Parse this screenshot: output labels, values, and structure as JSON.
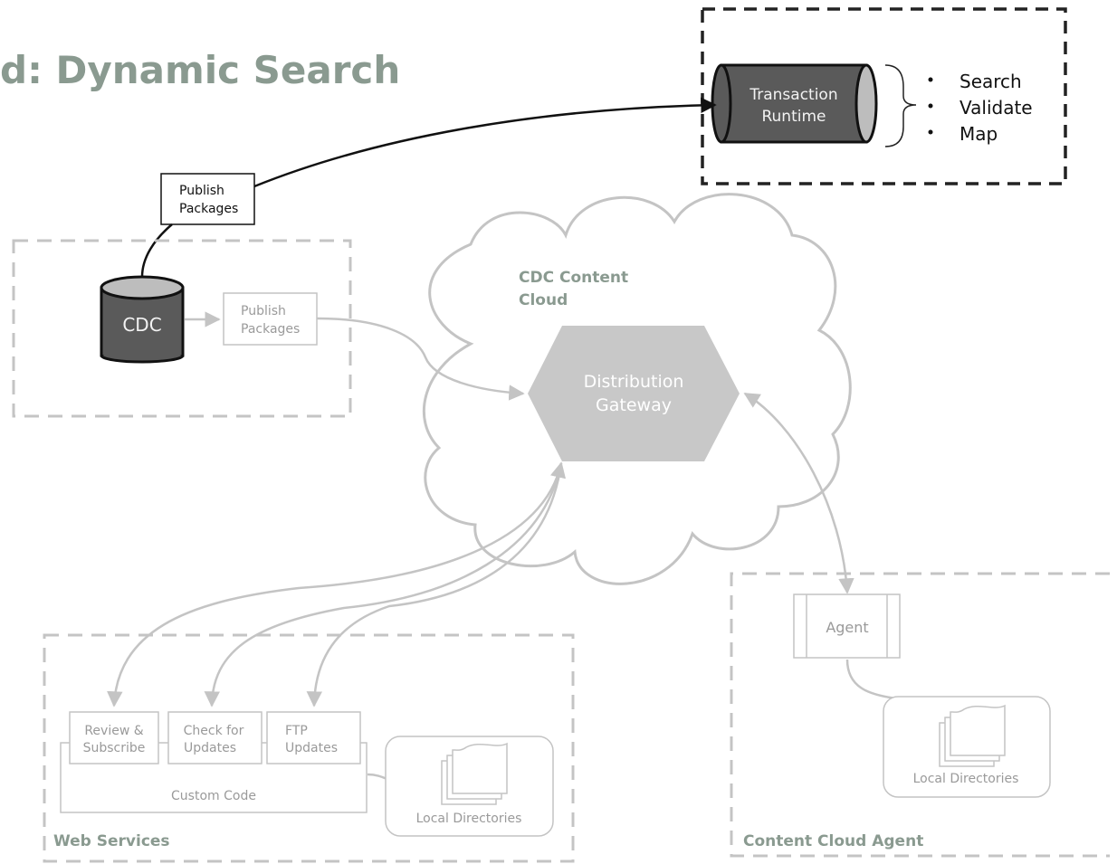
{
  "title": "d: Dynamic Search",
  "runtime": {
    "label_line1": "Transaction",
    "label_line2": "Runtime",
    "bullets": [
      "Search",
      "Validate",
      "Map"
    ]
  },
  "publish_box_top": {
    "line1": "Publish",
    "line2": "Packages"
  },
  "cdc_db": {
    "label": "CDC"
  },
  "publish_box_inner": {
    "line1": "Publish",
    "line2": "Packages"
  },
  "cloud": {
    "label_line1": "CDC Content",
    "label_line2": "Cloud",
    "gateway_line1": "Distribution",
    "gateway_line2": "Gateway"
  },
  "web_services": {
    "label": "Web Services",
    "boxes": [
      {
        "line1": "Review &",
        "line2": "Subscribe"
      },
      {
        "line1": "Check for",
        "line2": "Updates"
      },
      {
        "line1": "FTP",
        "line2": "Updates"
      }
    ],
    "custom_code": "Custom Code",
    "local_dirs": "Local Directories"
  },
  "agent_group": {
    "label": "Content Cloud Agent",
    "agent": "Agent",
    "local_dirs": "Local Directories"
  },
  "colors": {
    "title": "#8a9a90",
    "gray_line": "#c4c4c4",
    "dark_fill": "#555555",
    "gateway_fill": "#c8c8c8"
  }
}
